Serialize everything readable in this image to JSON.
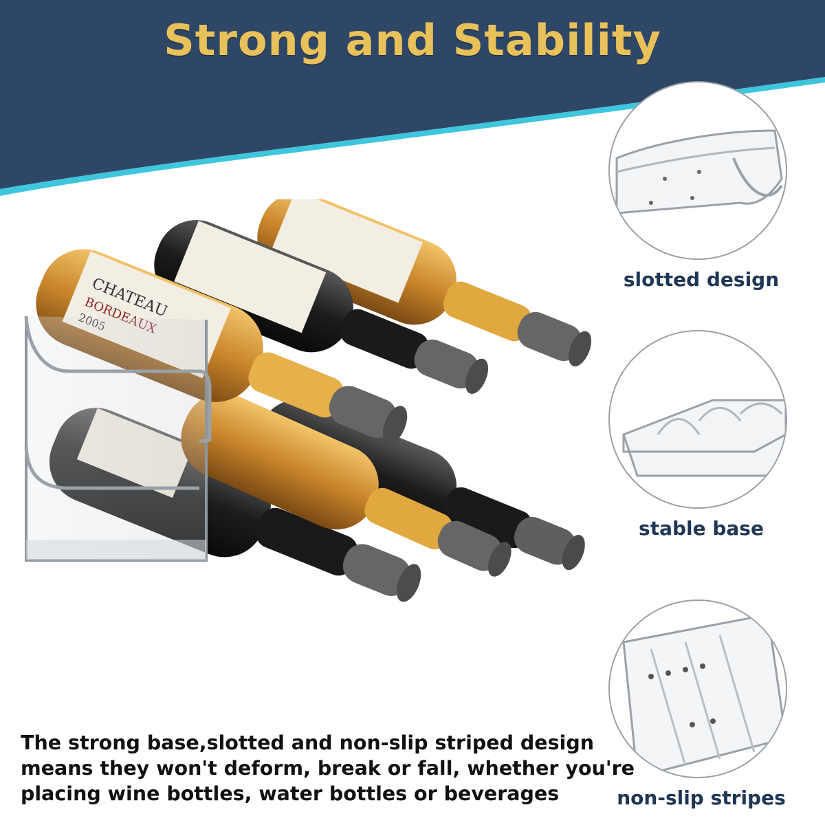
{
  "header": {
    "title": "Strong and Stability",
    "background_color": "#2e4766",
    "accent_stripe_color": "#3ec6dd",
    "title_color": "#e9c15a"
  },
  "main_image": {
    "icon": "wine-rack-with-bottles",
    "label_texts": [
      "CHATEAU",
      "BORDEAUX",
      "2005"
    ]
  },
  "details": [
    {
      "caption": "slotted design",
      "icon": "slotted-tray-closeup"
    },
    {
      "caption": "stable base",
      "icon": "base-tray-closeup"
    },
    {
      "caption": "non-slip stripes",
      "icon": "striped-tray-closeup"
    }
  ],
  "description": {
    "lines": [
      "The strong base,slotted and non-slip striped design",
      "means they won't deform, break or fall, whether you're",
      "placing wine bottles, water bottles or beverages"
    ]
  },
  "caption_color": "#1f3654"
}
